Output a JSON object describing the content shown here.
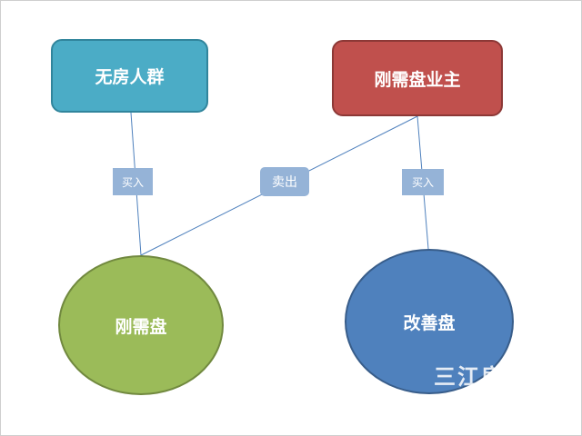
{
  "nodes": {
    "no_house": {
      "label": "无房人群",
      "color": "#4bacc6"
    },
    "rigid_owner": {
      "label": "刚需盘业主",
      "color": "#c0504d"
    },
    "rigid_property": {
      "label": "刚需盘",
      "color": "#9bbb59"
    },
    "upgrade_property": {
      "label": "改善盘",
      "color": "#4f81bd"
    }
  },
  "edges": {
    "buy_left": {
      "label": "买入"
    },
    "sell": {
      "label": "卖出"
    },
    "buy_right": {
      "label": "买入"
    }
  },
  "watermark": "三江房"
}
